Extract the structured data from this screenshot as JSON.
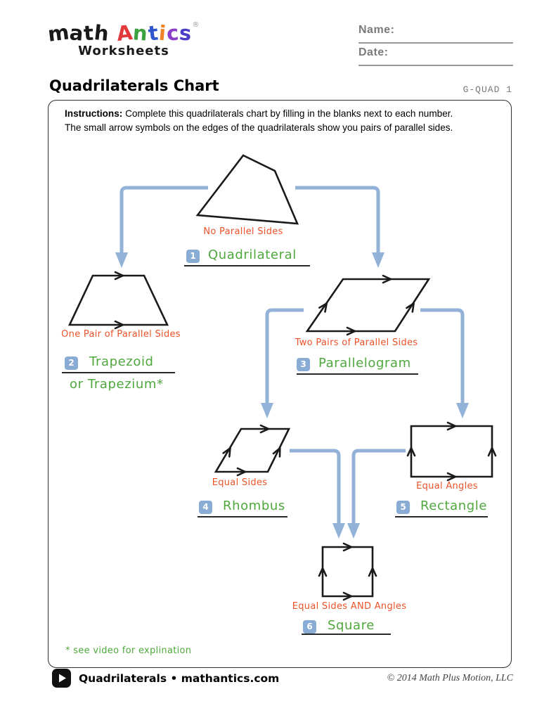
{
  "theme": {
    "green": "#4fa83d",
    "orange": "#ee5329",
    "arrow-blue": "#92b2d8",
    "badge-blue": "#89acd4",
    "logo-red": "#e23a3a",
    "logo-green": "#3ca23f",
    "logo-blue": "#2f55cf",
    "logo-orange": "#f08426",
    "logo-purple": "#8b3fc6",
    "logo-violet": "#4a3ec8"
  },
  "logo": {
    "math_letters": [
      "m",
      "a",
      "t",
      "h"
    ],
    "antics_letters": [
      "A",
      "n",
      "t",
      "i",
      "c",
      "s"
    ],
    "registered": "®",
    "subtitle": "Worksheets"
  },
  "header": {
    "name_label": "Name:",
    "date_label": "Date:",
    "title": "Quadrilaterals Chart",
    "doc_code": "G-QUAD 1"
  },
  "instructions": {
    "label": "Instructions:",
    "line1": "Complete this quadrilaterals chart by filling in the blanks next to each number.",
    "line2": "The small arrow symbols  on the edges of the quadrilaterals show you pairs of parallel sides."
  },
  "chart": {
    "items": [
      {
        "num": "1",
        "name": "Quadrilateral",
        "caption": "No Parallel Sides"
      },
      {
        "num": "2",
        "name": "Trapezoid",
        "name2": "or Trapezium*",
        "caption": "One Pair of Parallel Sides"
      },
      {
        "num": "3",
        "name": "Parallelogram",
        "caption": "Two Pairs of Parallel Sides"
      },
      {
        "num": "4",
        "name": "Rhombus",
        "caption": "Equal Sides"
      },
      {
        "num": "5",
        "name": "Rectangle",
        "caption": "Equal Angles"
      },
      {
        "num": "6",
        "name": "Square",
        "caption": "Equal Sides AND Angles"
      }
    ],
    "footnote": "* see video for explination"
  },
  "footer": {
    "brand": "Quadrilaterals • mathantics.com",
    "copyright": "© 2014 Math Plus Motion, LLC"
  }
}
